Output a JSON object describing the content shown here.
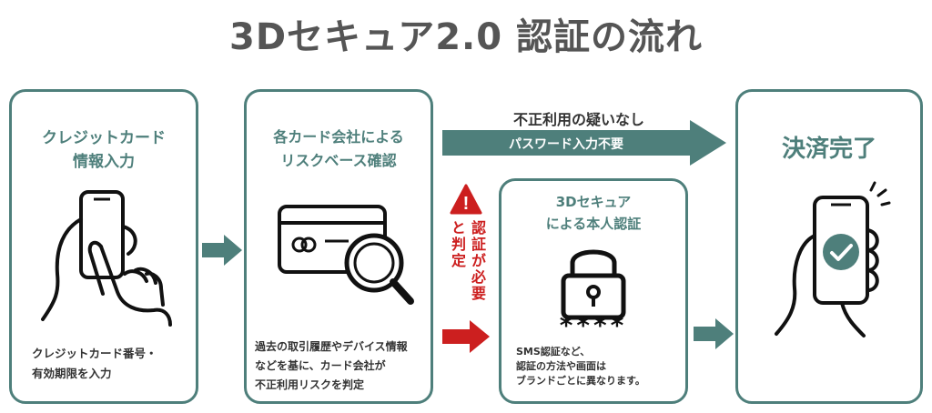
{
  "title": "3Dセキュア2.0 認証の流れ",
  "step1": {
    "title_line1": "クレジットカード",
    "title_line2": "情報入力",
    "desc_line1": "クレジットカード番号・",
    "desc_line2": "有効期限を入力",
    "icon": "hand-phone-tap-icon"
  },
  "step2": {
    "title_line1": "各カード会社による",
    "title_line2": "リスクベース確認",
    "desc_line1": "過去の取引履歴やデバイス情報",
    "desc_line2": "などを基に、カード会社が",
    "desc_line3": "不正利用リスクを判定",
    "icon": "card-magnifier-icon"
  },
  "branch_ok": {
    "label": "不正利用の疑いなし",
    "arrow_text": "パスワード入力不要"
  },
  "branch_auth": {
    "col1": "認証が必要",
    "col2": "と判定",
    "warning_icon": "warning-icon",
    "warning_symbol": "!"
  },
  "step3": {
    "title_line1": "3Dセキュア",
    "title_line2": "による本人認証",
    "password_mask": "****",
    "desc_line1": "SMS認証など、",
    "desc_line2": "認証の方法や画面は",
    "desc_line3": "ブランドごとに異なります。",
    "icon": "padlock-icon"
  },
  "step4": {
    "title": "決済完了",
    "icon": "phone-check-icon"
  },
  "colors": {
    "teal": "#4e7f7b",
    "red": "#cc1f1f",
    "title_gray": "#555555"
  }
}
